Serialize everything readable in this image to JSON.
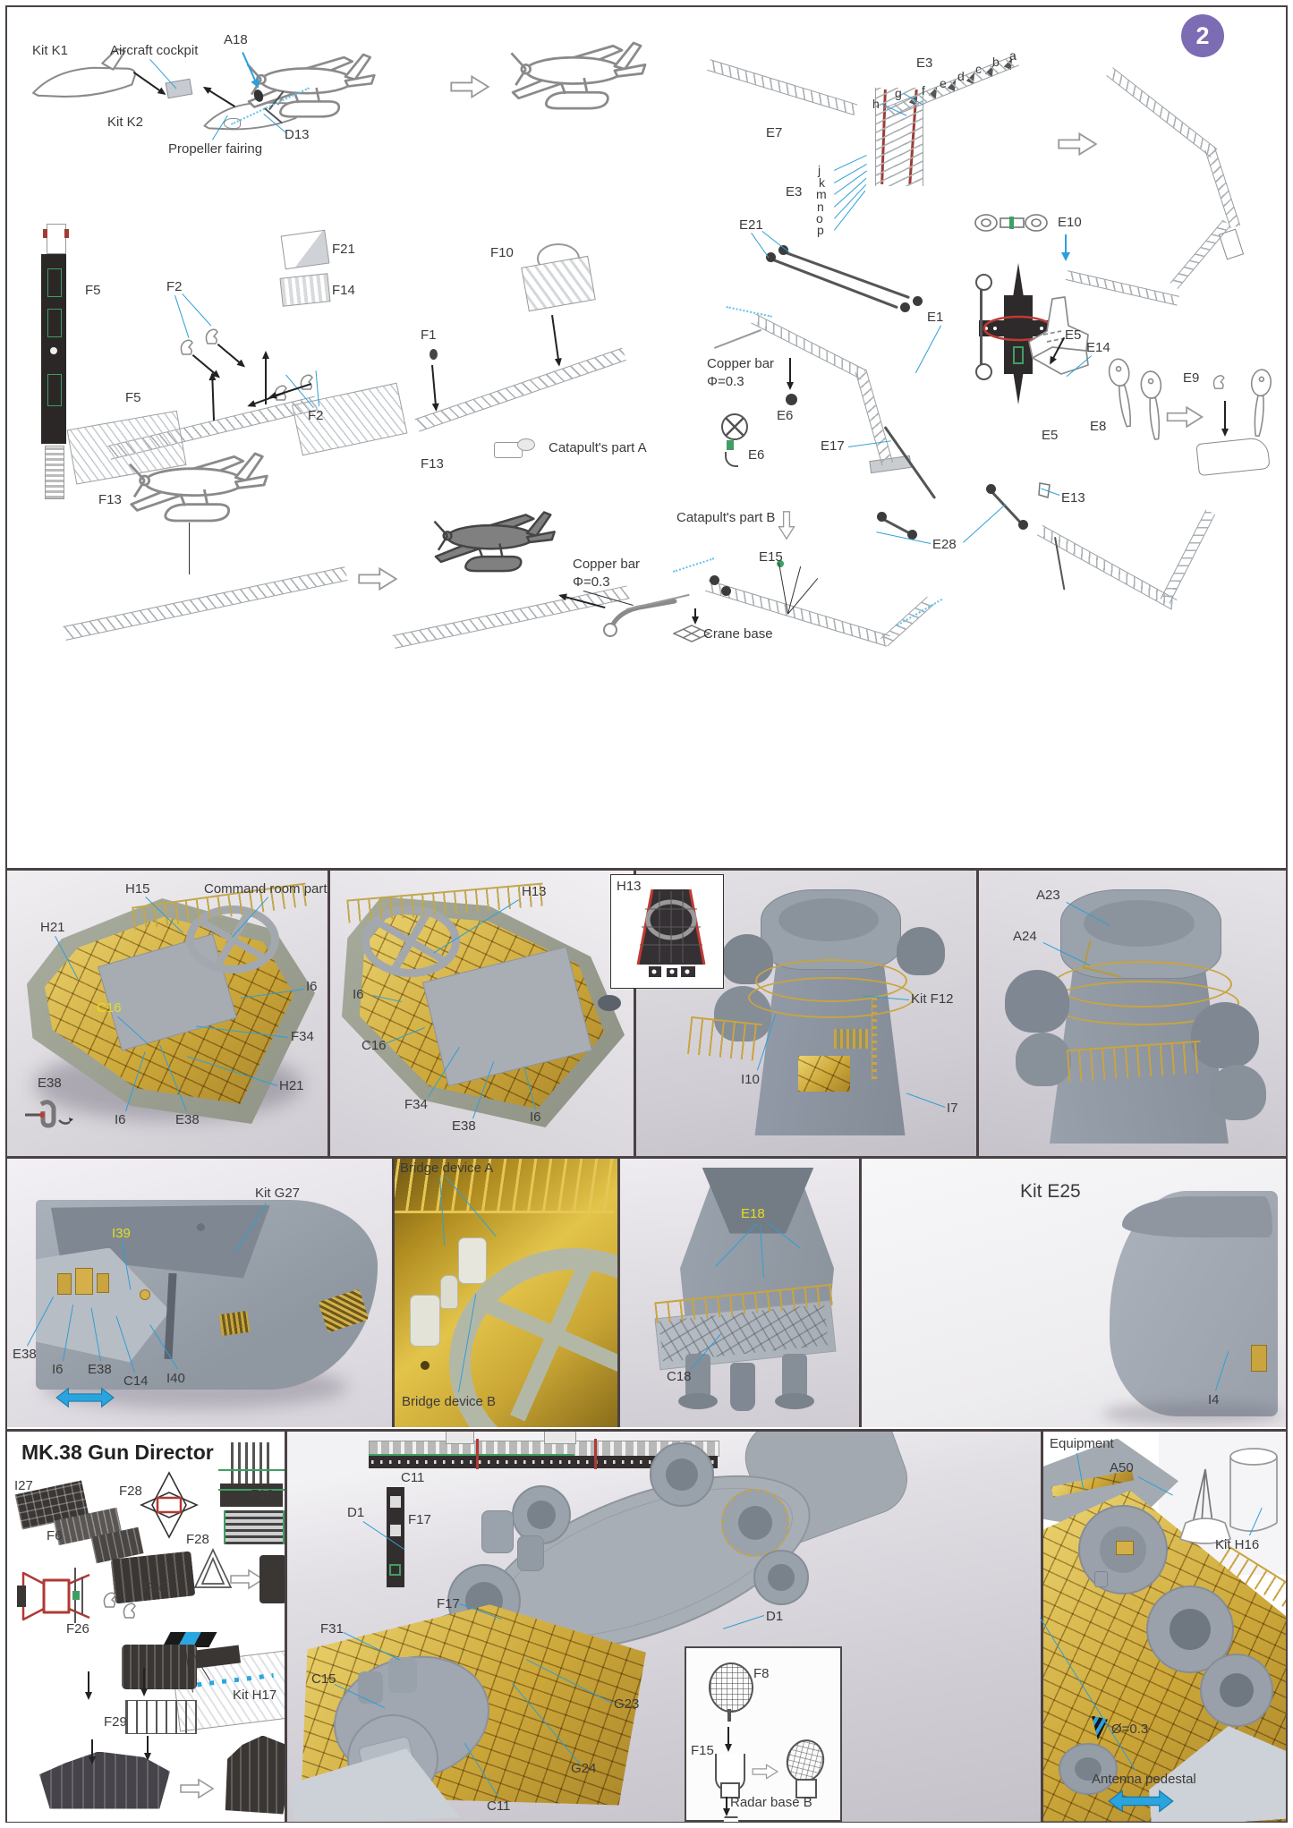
{
  "page": {
    "badge": "2"
  },
  "top": {
    "aircraft": {
      "kit_k1": "Kit K1",
      "cockpit": "Aircraft cockpit",
      "kit_k2": "Kit K2",
      "a18": "A18",
      "d13": "D13",
      "propeller_fairing": "Propeller fairing"
    },
    "crane_top": {
      "e3_boom": "E3",
      "e7": "E7",
      "e3_tower": "E3",
      "fin_letters": [
        "a",
        "b",
        "c",
        "d",
        "e",
        "f",
        "g",
        "h"
      ],
      "tower_letters": [
        "j",
        "k",
        "m",
        "n",
        "o",
        "p"
      ]
    },
    "catapult": {
      "f5_mast": "F5",
      "f2_upper": "F2",
      "f21": "F21",
      "f14": "F14",
      "f5_truss": "F5",
      "f2_lower": "F2",
      "f13_right": "F13",
      "f13_left": "F13",
      "f10": "F10",
      "f1": "F1",
      "part_a": "Catapult's part A",
      "part_b": "Catapult's part B"
    },
    "crane_rig": {
      "e21": "E21",
      "e1": "E1",
      "copper_bar": "Copper bar",
      "copper_dia": "Φ=0.3",
      "e6_upper": "E6",
      "e6_lower": "E6",
      "e17": "E17",
      "e28": "E28"
    },
    "crane_fittings": {
      "e10": "E10",
      "e5_upper": "E5",
      "e14": "E14",
      "e5_lower": "E5",
      "e8": "E8",
      "e9": "E9",
      "e13": "E13"
    },
    "crane_base_group": {
      "copper_bar": "Copper bar",
      "copper_dia": "Φ=0.3",
      "e15": "E15",
      "crane_base": "Crane base"
    }
  },
  "row1": {
    "photo1": {
      "h15": "H15",
      "command_room": "Command room part",
      "h21_upper": "H21",
      "i6_right": "I6",
      "c16": "C16",
      "f34": "F34",
      "h21_lower": "H21",
      "e38_legend": "E38",
      "i6_lower": "I6",
      "e38_lower": "E38"
    },
    "photo2": {
      "h13": "H13",
      "i6_left": "I6",
      "c16": "C16",
      "f34": "F34",
      "e38": "E38",
      "i6_right": "I6",
      "inset_h13": "H13"
    },
    "photo3": {
      "i10": "I10",
      "kit_f12": "Kit F12",
      "i7": "I7"
    },
    "photo4": {
      "a23": "A23",
      "a24": "A24"
    }
  },
  "row2": {
    "photo1": {
      "kit_g27": "Kit G27",
      "i39": "I39",
      "e38_left": "E38",
      "i6": "I6",
      "e38_right": "E38",
      "c14": "C14",
      "i40": "I40"
    },
    "photo2": {
      "device_a": "Bridge device A",
      "device_b": "Bridge device B"
    },
    "photo3": {
      "e18": "E18",
      "c18": "C18"
    },
    "photo4": {
      "kit_e25": "Kit E25",
      "i4": "I4"
    }
  },
  "bottom": {
    "gun_director": {
      "title": "MK.38 Gun Director",
      "i27": "I27",
      "f6": "F6",
      "f28_upper": "F28",
      "f16_upper": "F16",
      "f28_lower": "F28",
      "f16_lower": "F16",
      "f26": "F26",
      "f29": "F29",
      "kit_h17": "Kit H17"
    },
    "deck_photo": {
      "c11_diagram": "C11",
      "f17_diagram": "F17",
      "d1_upper": "D1",
      "f17": "F17",
      "d1_lower": "D1",
      "f31": "F31",
      "c15": "C15",
      "g23": "G23",
      "g24": "G24",
      "c11": "C11",
      "radar_inset": {
        "f8": "F8",
        "f15": "F15",
        "radar_base_b": "Radar base B"
      }
    },
    "equipment_photo": {
      "equipment": "Equipment",
      "a50": "A50",
      "kit_h16": "Kit H16",
      "diameter": "Ø=0.3",
      "antenna_pedestal": "Antenna pedestal"
    }
  }
}
